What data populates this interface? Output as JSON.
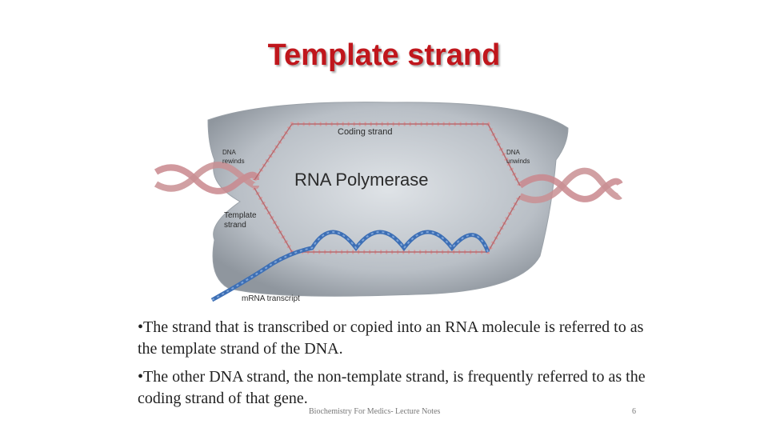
{
  "slide": {
    "title": "Template strand",
    "title_color": "#c0161c",
    "figure": {
      "center_label": "RNA Polymerase",
      "coding_strand_label": "Coding strand",
      "dna_rewinds_label_line1": "DNA",
      "dna_rewinds_label_line2": "rewinds",
      "dna_unwinds_label_line1": "DNA",
      "dna_unwinds_label_line2": "unwinds",
      "template_strand_label_line1": "Template",
      "template_strand_label_line2": "strand",
      "mrna_label": "mRNA transcript"
    },
    "bullets": [
      "•The strand that is transcribed or copied into an RNA molecule is referred to as the template strand of the DNA.",
      "•The other DNA strand, the non-template strand, is frequently referred to as the coding strand of that gene."
    ],
    "footer": "Biochemistry For Medics- Lecture Notes",
    "page_number": "6"
  }
}
